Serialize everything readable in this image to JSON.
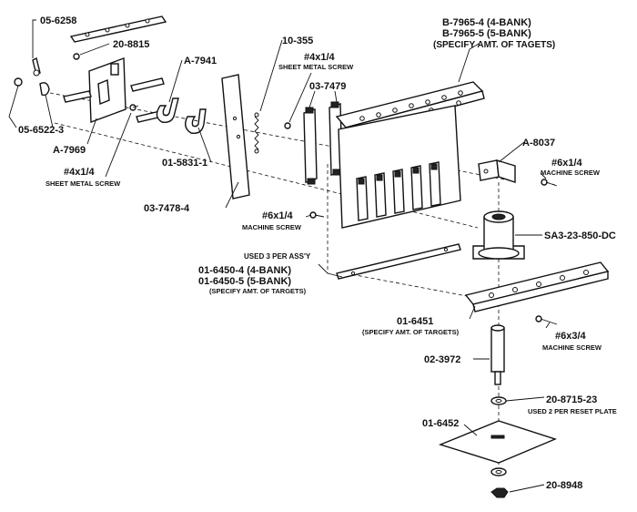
{
  "labels": {
    "p_05_6258": "05-6258",
    "p_20_8815": "20-8815",
    "p_05_6522_3": "05-6522-3",
    "p_a_7969": "A-7969",
    "p_a_7941": "A-7941",
    "p_10_355": "10-355",
    "p_4x14_a_1": "#4x1/4",
    "p_4x14_a_2": "SHEET METAL SCREW",
    "p_4x14_b_1": "#4x1/4",
    "p_4x14_b_2": "SHEET METAL SCREW",
    "p_03_7479": "03-7479",
    "p_b7965_1": "B-7965-4 (4-BANK)",
    "p_b7965_2": "B-7965-5 (5-BANK)",
    "p_b7965_3": "(SPECIFY AMT. OF TAGETS)",
    "p_01_5831_1": "01-5831-1",
    "p_03_7478_4": "03-7478-4",
    "p_a_8037": "A-8037",
    "p_6x14_a_1": "#6x1/4",
    "p_6x14_a_2": "MACHINE SCREW",
    "p_6x14_b_1": "#6x1/4",
    "p_6x14_b_2": "MACHINE SCREW",
    "p_sa3": "SA3-23-850-DC",
    "p_used3": "USED 3 PER ASS'Y",
    "p_01_6450_4": "01-6450-4 (4-BANK)",
    "p_01_6450_5": "01-6450-5 (5-BANK)",
    "p_spec_targets": "(SPECIFY AMT. OF TARGETS)",
    "p_01_6451_1": "01-6451",
    "p_01_6451_2": "(SPECIFY AMT. OF TARGETS)",
    "p_6x34_1": "#6x3/4",
    "p_6x34_2": "MACHINE SCREW",
    "p_02_3972": "02-3972",
    "p_20_8715_1": "20-8715-23",
    "p_20_8715_2": "USED 2 PER RESET PLATE",
    "p_01_6452": "01-6452",
    "p_20_8948": "20-8948"
  }
}
